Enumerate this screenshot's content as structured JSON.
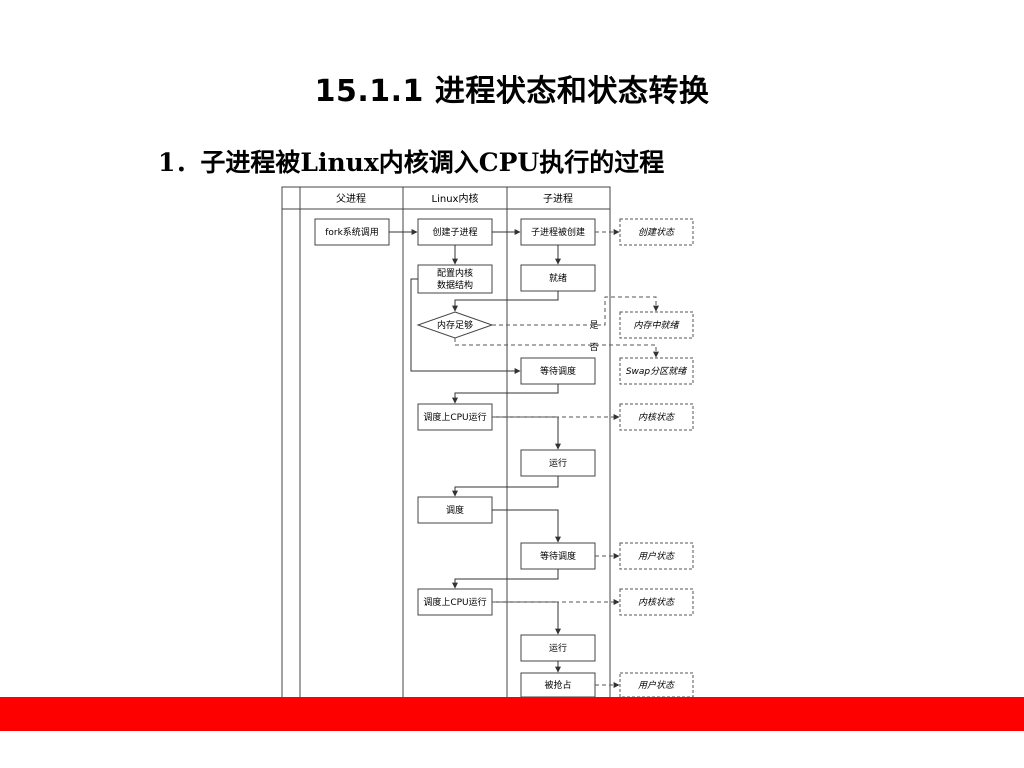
{
  "slide": {
    "title": "15.1.1  进程状态和状态转换",
    "subtitle": "1．子进程被Linux内核调入CPU执行的过程",
    "accent_color": "#fd0000"
  },
  "diagram": {
    "lanes": [
      "父进程",
      "Linux内核",
      "子进程"
    ],
    "boxes": {
      "fork": "fork系统调用",
      "create_child": "创建子进程",
      "child_created": "子进程被创建",
      "config_kernel_l1": "配置内核",
      "config_kernel_l2": "数据结构",
      "ready": "就绪",
      "mem_enough": "内存足够",
      "wait_sched_1": "等待调度",
      "sched_cpu_1": "调度上CPU运行",
      "run_1": "运行",
      "sched": "调度",
      "wait_sched_2": "等待调度",
      "sched_cpu_2": "调度上CPU运行",
      "run_2": "运行",
      "preempted": "被抢占"
    },
    "states": {
      "created": "创建状态",
      "ready_in_mem": "内存中就绪",
      "ready_swap": "Swap分区就绪",
      "kernel_1": "内核状态",
      "user_1": "用户状态",
      "kernel_2": "内核状态",
      "user_2": "用户状态"
    },
    "branch_labels": {
      "yes": "是",
      "no": "否"
    }
  }
}
